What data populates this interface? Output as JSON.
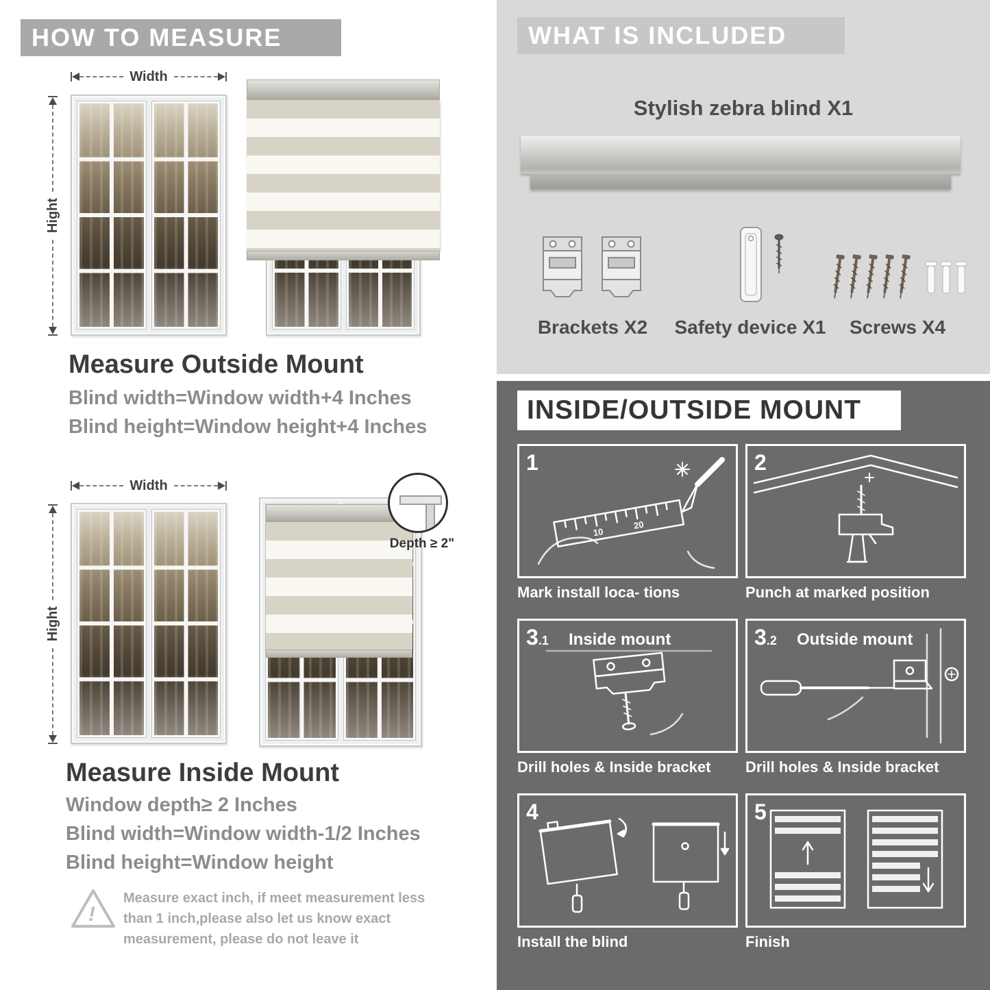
{
  "colors": {
    "header_gray": "#a9a9a9",
    "included_bg": "#d9d9d9",
    "included_header_bg": "#c7c7c7",
    "mount_bg": "#6b6b6b",
    "title_text": "#3c3c3c",
    "body_text": "#8c8c8c"
  },
  "how_to_measure": {
    "header": "HOW TO MEASURE",
    "width_label": "Width",
    "height_label": "Hight",
    "outside_mount": {
      "title": "Measure Outside Mount",
      "lines": [
        "Blind width=Window width+4 Inches",
        "Blind height=Window height+4 Inches"
      ]
    },
    "inside_mount": {
      "title": "Measure Inside Mount",
      "depth_callout": "Depth ≥ 2\"",
      "lines": [
        "Window depth≥ 2 Inches",
        "Blind width=Window width-1/2 Inches",
        "Blind height=Window height"
      ]
    },
    "warning_note": "Measure exact inch, if meet measurement less than 1 inch,please also let us know exact measurement, please do not leave it"
  },
  "what_is_included": {
    "header": "WHAT IS INCLUDED",
    "blind_label": "Stylish zebra blind X1",
    "items": [
      {
        "label": "Brackets X2"
      },
      {
        "label": "Safety device X1"
      },
      {
        "label": "Screws X4"
      }
    ]
  },
  "mount_steps": {
    "header": "INSIDE/OUTSIDE MOUNT",
    "steps": [
      {
        "num": "1",
        "sub": "",
        "inline_title": "",
        "caption": "Mark install loca- tions"
      },
      {
        "num": "2",
        "sub": "",
        "inline_title": "",
        "caption": "Punch at  marked position"
      },
      {
        "num": "3",
        "sub": ".1",
        "inline_title": "Inside mount",
        "caption": "Drill holes &  Inside bracket"
      },
      {
        "num": "3",
        "sub": ".2",
        "inline_title": "Outside mount",
        "caption": "Drill holes &  Inside bracket"
      },
      {
        "num": "4",
        "sub": "",
        "inline_title": "",
        "caption": "Install the blind"
      },
      {
        "num": "5",
        "sub": "",
        "inline_title": "",
        "caption": "Finish"
      }
    ]
  }
}
